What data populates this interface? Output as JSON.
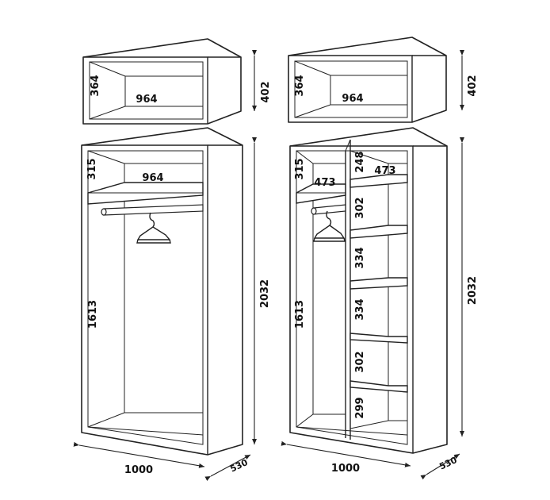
{
  "colors": {
    "line": "#222222",
    "background": "#ffffff"
  },
  "left_wardrobe": {
    "top_box": {
      "height": "364",
      "width": "964",
      "outer_height": "402"
    },
    "body": {
      "top_shelf_height": "315",
      "top_shelf_width": "964",
      "hanging_height": "1613",
      "outer_height": "2032",
      "outer_width": "1000",
      "depth": "530"
    }
  },
  "right_wardrobe": {
    "top_box": {
      "height": "364",
      "width": "964",
      "outer_height": "402"
    },
    "body": {
      "left_top_height": "315",
      "left_top_width": "473",
      "right_top_height": "248",
      "right_top_width": "473",
      "hanging_height": "1613",
      "shelf_heights": [
        "302",
        "334",
        "334",
        "302",
        "299"
      ],
      "outer_height": "2032",
      "outer_width": "1000",
      "depth": "530"
    }
  }
}
